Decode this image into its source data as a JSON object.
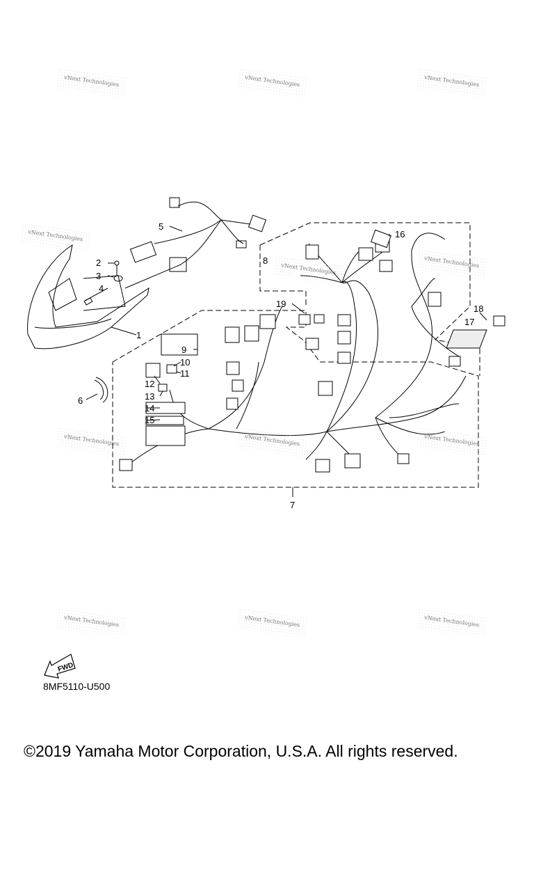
{
  "watermark": "vNext Technologies",
  "callouts": [
    "1",
    "2",
    "3",
    "4",
    "5",
    "6",
    "7",
    "8",
    "9",
    "10",
    "11",
    "12",
    "13",
    "14",
    "15",
    "16",
    "17",
    "18",
    "19"
  ],
  "fwd_label": "FWD",
  "part_code": "8MF5110-U500",
  "copyright": "©2019 Yamaha Motor Corporation, U.S.A. All rights reserved."
}
